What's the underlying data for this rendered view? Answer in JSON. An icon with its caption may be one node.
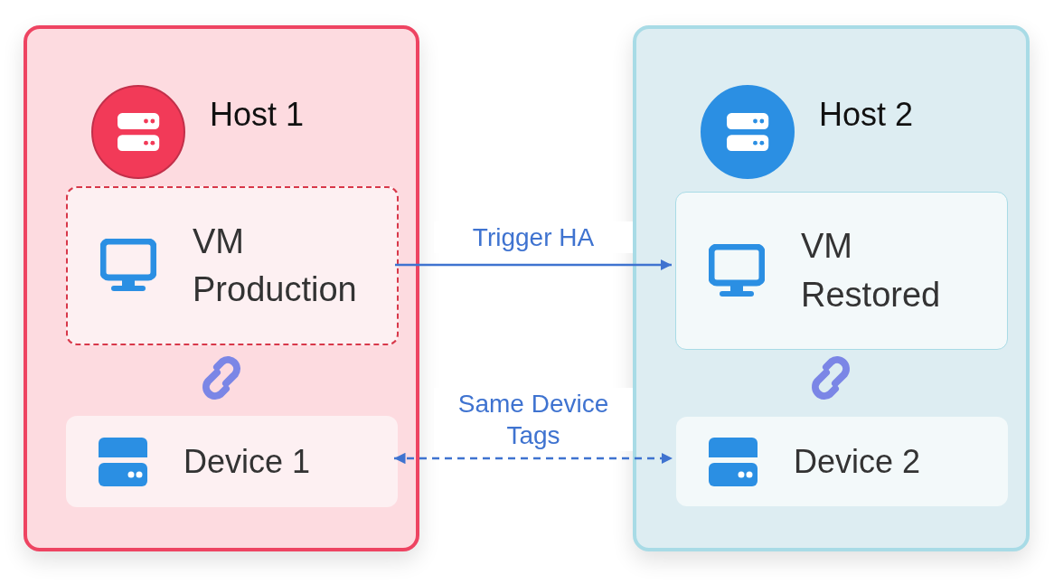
{
  "diagram": {
    "nodes": [
      {
        "text": [
          "Host 1"
        ]
      },
      {
        "text": [
          "VM Production"
        ],
        "in": 0
      },
      {
        "text": [
          "Device 1"
        ],
        "in": 0
      },
      {
        "text": [
          "Host 2"
        ]
      },
      {
        "text": [
          "VM Restored"
        ],
        "in": 3
      },
      {
        "text": [
          "Device 2"
        ],
        "in": 3
      }
    ],
    "edges": [
      {
        "from": 1,
        "to": 4,
        "arrow": "to",
        "label": "Trigger HA"
      },
      {
        "from": 2,
        "to": 5,
        "arrow": "both",
        "style": "dashed",
        "label": "Same Device Tags"
      }
    ]
  }
}
